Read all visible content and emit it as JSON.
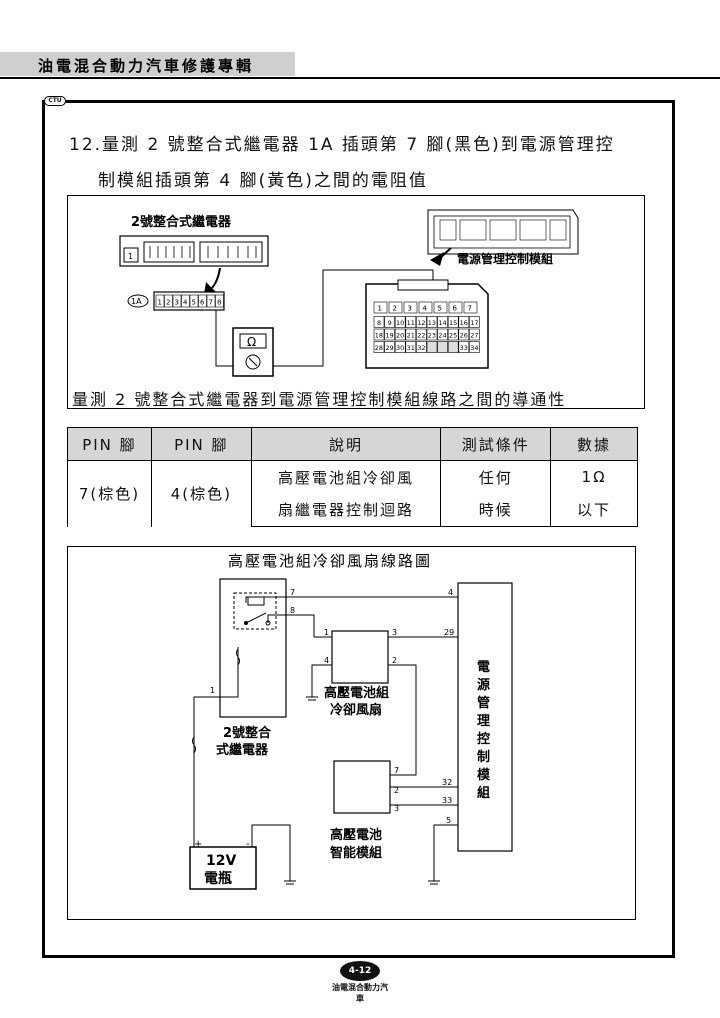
{
  "header": {
    "title": "油電混合動力汽車修護專輯"
  },
  "logo_text": "CTU",
  "question": {
    "line1": "12.量測 2 號整合式繼電器 1A 插頭第 7 腳(黑色)到電源管理控",
    "line2": "制模組插頭第 4 腳(黃色)之間的電阻值"
  },
  "connector_diagram": {
    "relay_label": "2號整合式繼電器",
    "relay_small_pin": "1",
    "plug_label": "1A",
    "plug_pins": [
      "1",
      "2",
      "3",
      "4",
      "5",
      "6",
      "7",
      "8"
    ],
    "ecu_label": "電源管理控制模組",
    "meter_symbol": "Ω",
    "ecu_pin_rows": [
      [
        "1",
        "2",
        "3",
        "4",
        "5",
        "6",
        "7"
      ],
      [
        "8",
        "9",
        "10",
        "11",
        "12",
        "13",
        "14",
        "15",
        "16",
        "17"
      ],
      [
        "18",
        "19",
        "20",
        "21",
        "22",
        "23",
        "24",
        "25",
        "26",
        "27"
      ],
      [
        "28",
        "29",
        "30",
        "31",
        "32",
        "",
        "",
        "",
        "33",
        "34"
      ]
    ],
    "caption": "量測 2 號整合式繼電器到電源管理控制模組線路之間的導通性"
  },
  "table": {
    "headers": [
      "PIN 腳",
      "PIN 腳",
      "說明",
      "測試條件",
      "數據"
    ],
    "row": {
      "pin_a": "7(棕色)",
      "pin_b": "4(棕色)",
      "desc_1": "高壓電池組冷卻風",
      "desc_2": "扇繼電器控制迴路",
      "cond_1": "任何",
      "cond_2": "時候",
      "value_1": "1Ω",
      "value_2": "以下"
    }
  },
  "circuit": {
    "title": "高壓電池組冷卻風扇線路圖",
    "relay_label_1": "2號整合",
    "relay_label_2": "式繼電器",
    "fan_label_1": "高壓電池組",
    "fan_label_2": "冷卻風扇",
    "bms_label_1": "高壓電池",
    "bms_label_2": "智能模組",
    "ecu_label": "電源管理控制模組",
    "battery_v": "12V",
    "battery_name": "電瓶",
    "battery_plus": "+",
    "battery_minus": "-",
    "pins": {
      "relay_7": "7",
      "relay_8": "8",
      "relay_1": "1",
      "fan_1": "1",
      "fan_3": "3",
      "fan_4": "4",
      "fan_2": "2",
      "bms_7": "7",
      "bms_2": "2",
      "bms_3": "3",
      "ecu_4": "4",
      "ecu_29": "29",
      "ecu_32": "32",
      "ecu_33": "33",
      "ecu_5": "5"
    }
  },
  "footer": {
    "page": "4-12",
    "label": "油電混合動力汽車"
  }
}
